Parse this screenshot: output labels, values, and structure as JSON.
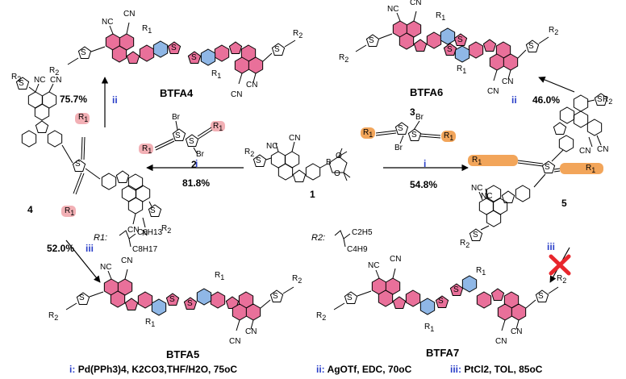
{
  "compounds": {
    "btfa4": "BTFA4",
    "btfa5": "BTFA5",
    "btfa6": "BTFA6",
    "btfa7": "BTFA7",
    "c1": "1",
    "c2": "2",
    "c3": "3",
    "c4": "4",
    "c5": "5"
  },
  "yields": {
    "to_btfa4": "75.7%",
    "to_btfa6": "46.0%",
    "to_btfa5": "52.0%",
    "c4": "81.8%",
    "c5": "54.8%"
  },
  "steps": {
    "i_left": "i",
    "i_right": "i",
    "ii_left": "ii",
    "ii_right": "ii",
    "iii_left": "iii",
    "iii_right": "iii"
  },
  "substituents": {
    "r1_label": "R1:",
    "r2_label": "R2:",
    "r1_branch_a": "C6H13",
    "r1_branch_b": "C8H17",
    "r2_branch_a": "C2H5",
    "r2_branch_b": "C4H9"
  },
  "conditions": {
    "i_key": "i:",
    "i_text": "Pd(PPh3)4, K2CO3,THF/H2O, 75oC",
    "ii_key": "ii:",
    "ii_text": "AgOTf, EDC, 70oC",
    "iii_key": "iii:",
    "iii_text": "PtCl2, TOL, 85oC"
  },
  "colors": {
    "acenaphthylene_pink": "#e9709a",
    "thiophene_blue": "#8fb7e6",
    "alkyne_orange": "#f2a55a",
    "highlight_pink": "#f2b0b5",
    "step_blue": "#2a3fc8",
    "failed_cross": "#e8262c"
  },
  "icons": {
    "failed_reaction": "red-cross-icon"
  }
}
